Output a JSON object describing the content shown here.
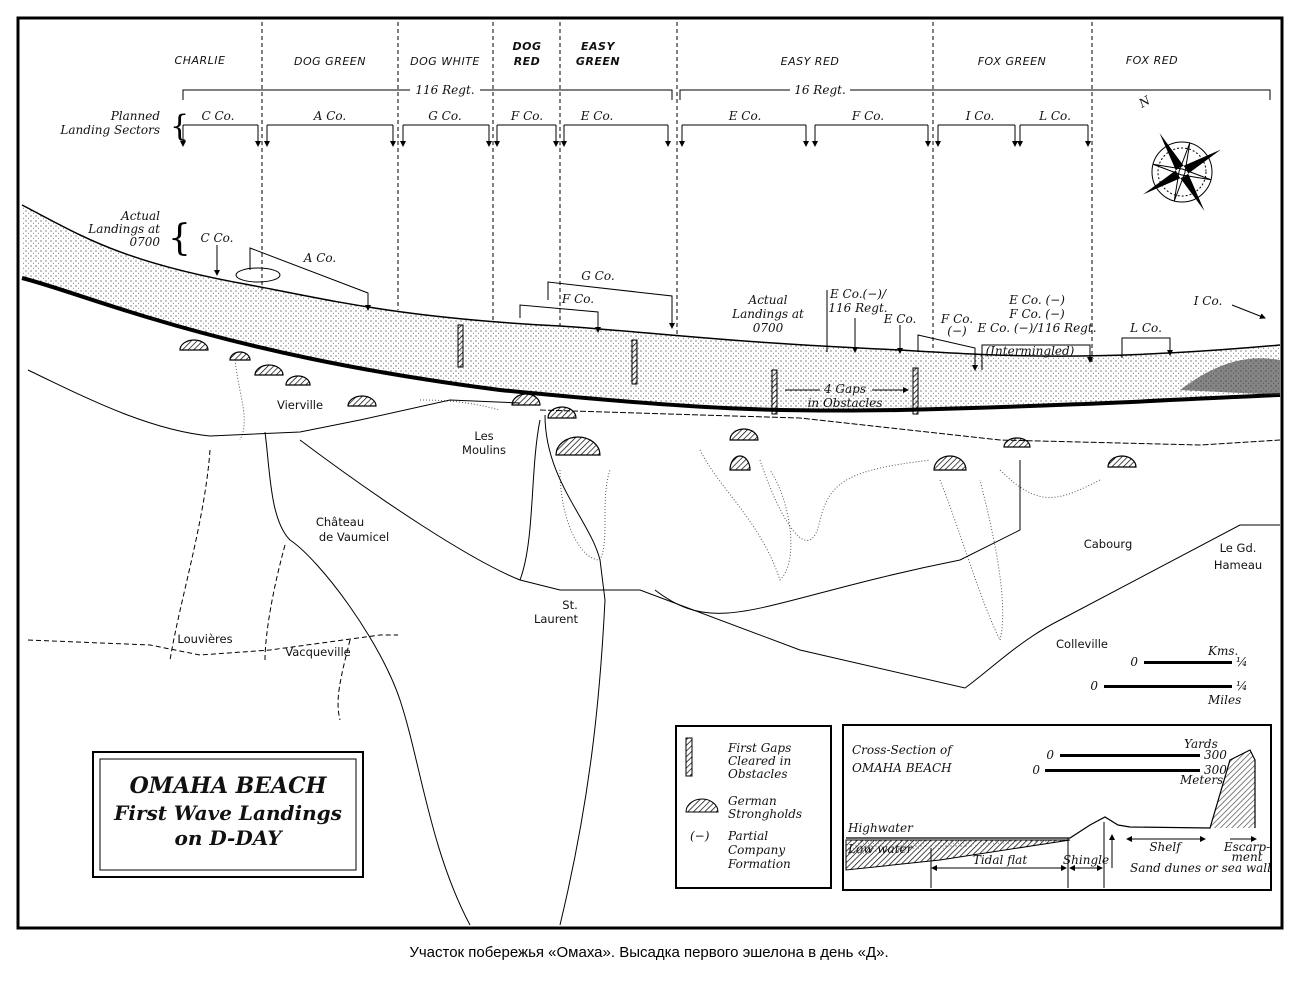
{
  "sectors": [
    "CHARLIE",
    "DOG GREEN",
    "DOG WHITE",
    "DOG",
    "RED",
    "EASY",
    "GREEN",
    "EASY RED",
    "FOX GREEN",
    "FOX RED"
  ],
  "regiments": [
    "116 Regt.",
    "16 Regt."
  ],
  "planned_label": [
    "Planned",
    "Landing Sectors"
  ],
  "planned_companies": [
    "C Co.",
    "A Co.",
    "G Co.",
    "F Co.",
    "E Co.",
    "E Co.",
    "F Co.",
    "I Co.",
    "L Co."
  ],
  "actual_label": [
    "Actual",
    "Landings at",
    "0700"
  ],
  "actual_landings": {
    "c": "C Co.",
    "a": "A Co.",
    "g": "G Co.",
    "f": "F Co.",
    "label2": [
      "Actual",
      "Landings at",
      "0700"
    ],
    "e116": [
      "E Co.(−)/",
      "116 Regt."
    ],
    "e": "E Co.",
    "f2": [
      "F Co.",
      "(−)"
    ],
    "mix": [
      "E Co. (−)",
      "F Co. (−)",
      "E Co. (−)/116 Regt."
    ],
    "intermingled": "(Intermingled)",
    "l": "L Co.",
    "i": "I Co."
  },
  "gaps_label": [
    "4 Gaps",
    "in Obstacles"
  ],
  "towns": {
    "vierville": "Vierville",
    "les_moulins": [
      "Les",
      "Moulins"
    ],
    "chateau": [
      "Château",
      "de Vaumicel"
    ],
    "st_laurent": [
      "St.",
      "Laurent"
    ],
    "louvieres": "Louvières",
    "vacqueville": "Vacqueville",
    "cabourg": "Cabourg",
    "hameau": [
      "Le Gd.",
      "Hameau"
    ],
    "colleville": "Colleville"
  },
  "compass": "N",
  "scale": {
    "zero": "0",
    "kms": "Kms.",
    "miles": "Miles",
    "quarter": "¼"
  },
  "legend": {
    "gaps": [
      "First Gaps",
      "Cleared in",
      "Obstacles"
    ],
    "strongholds": [
      "German",
      "Strongholds"
    ],
    "partial_symbol": "(−)",
    "partial": [
      "Partial",
      "Company",
      "Formation"
    ]
  },
  "title_box": [
    "OMAHA BEACH",
    "First Wave Landings",
    "on D-DAY"
  ],
  "cross_section": {
    "title": [
      "Cross-Section of",
      "OMAHA BEACH"
    ],
    "yards": "Yards",
    "meters": "Meters",
    "zero": "0",
    "max": "300",
    "highwater": "Highwater",
    "lowwater": "Low water",
    "tidal_flat": "Tidal flat",
    "shingle": "Shingle",
    "shelf": "Shelf",
    "escarpment": [
      "Escarp-",
      "ment"
    ],
    "dunes": "Sand dunes or sea wall"
  },
  "caption": "Участок побережья «Омаха». Высадка первого эшелона в день «Д»."
}
